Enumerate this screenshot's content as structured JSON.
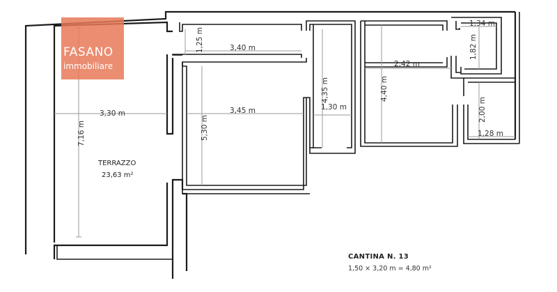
{
  "brand": {
    "line1": "FASANO",
    "line2": "immobiliare",
    "color": "#e87958"
  },
  "rooms": {
    "terrace_name": "TERRAZZO",
    "terrace_area": "23,63 m²"
  },
  "cellar": {
    "title": "CANTINA N. 13",
    "formula": "1,50 × 3,20 m = 4,80 m²"
  },
  "dimensions": {
    "d_125": "1,25 m",
    "d_340": "3,40 m",
    "d_435": "4,35 m",
    "d_440": "4,40 m",
    "d_242": "2,42 m",
    "d_134": "1,34 m",
    "d_182": "1,82 m",
    "d_330": "3,30 m",
    "d_345": "3,45 m",
    "d_130": "1,30 m",
    "d_716": "7,16 m",
    "d_530": "5,30 m",
    "d_200": "2,00 m",
    "d_128": "1,28 m"
  }
}
